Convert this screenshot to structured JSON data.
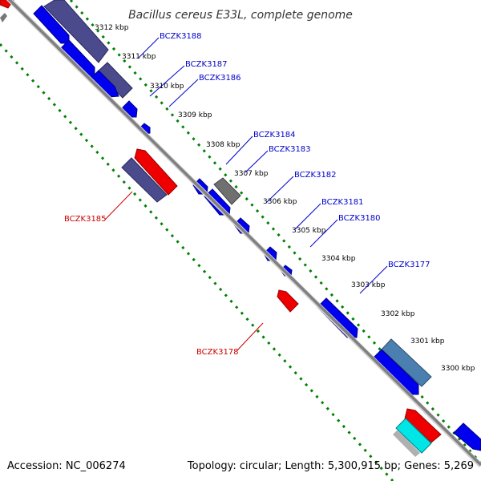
{
  "title": "Bacillus cereus E33L, complete genome",
  "footer": {
    "accession": "Accession: NC_006274",
    "topology": "Topology: circular; Length: 5,300,915 bp; Genes: 5,269"
  },
  "colors": {
    "backbone": "#808080",
    "forward_gene": "#0000ee",
    "reverse_gene": "#ee0000",
    "dark_gene": "#4a4a8c",
    "grey_gene": "#707070",
    "steel_gene": "#4a7fb0",
    "cyan_gene": "#00e5e5",
    "forward_label": "#0000cc",
    "reverse_label": "#cc0000",
    "gc_dots": "#008000"
  },
  "kbp_ticks": [
    "3312 kbp",
    "3311 kbp",
    "3310 kbp",
    "3309 kbp",
    "3308 kbp",
    "3307 kbp",
    "3306 kbp",
    "3305 kbp",
    "3304 kbp",
    "3303 kbp",
    "3302 kbp",
    "3301 kbp",
    "3300 kbp"
  ],
  "gene_labels": [
    {
      "name": "BCZK3188",
      "strand": "forward"
    },
    {
      "name": "BCZK3187",
      "strand": "forward"
    },
    {
      "name": "BCZK3186",
      "strand": "forward"
    },
    {
      "name": "BCZK3185",
      "strand": "reverse"
    },
    {
      "name": "BCZK3184",
      "strand": "forward"
    },
    {
      "name": "BCZK3183",
      "strand": "forward"
    },
    {
      "name": "BCZK3182",
      "strand": "forward"
    },
    {
      "name": "BCZK3181",
      "strand": "forward"
    },
    {
      "name": "BCZK3180",
      "strand": "forward"
    },
    {
      "name": "BCZK3178",
      "strand": "reverse"
    },
    {
      "name": "BCZK3177",
      "strand": "forward"
    }
  ]
}
